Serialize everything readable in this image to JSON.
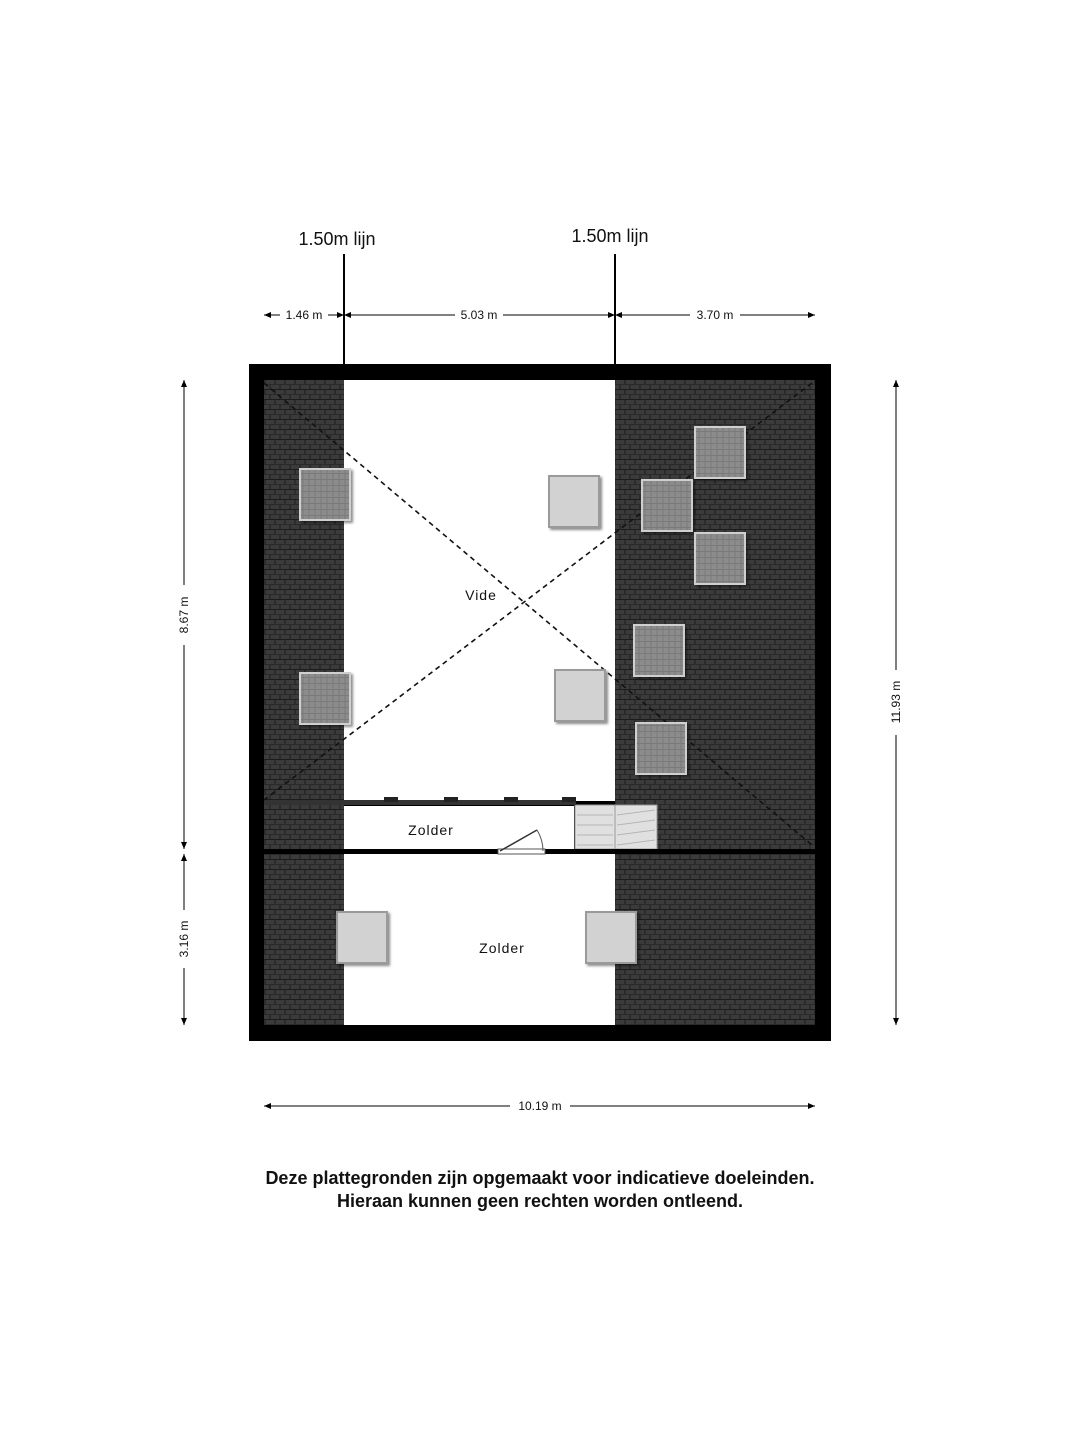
{
  "lines": {
    "left_label": "1.50m lijn",
    "right_label": "1.50m lijn"
  },
  "dimensions": {
    "top_left": "1.46 m",
    "top_middle": "5.03 m",
    "top_right": "3.70 m",
    "left_upper": "8.67 m",
    "left_lower": "3.16 m",
    "right_total": "11.93 m",
    "bottom_total": "10.19 m"
  },
  "rooms": {
    "vide": "Vide",
    "zolder_small": "Zolder",
    "zolder_large": "Zolder"
  },
  "disclaimer": {
    "line1": "Deze plattegronden zijn opgemaakt voor indicatieve doeleinden.",
    "line2": "Hieraan kunnen geen rechten worden ontleend."
  }
}
